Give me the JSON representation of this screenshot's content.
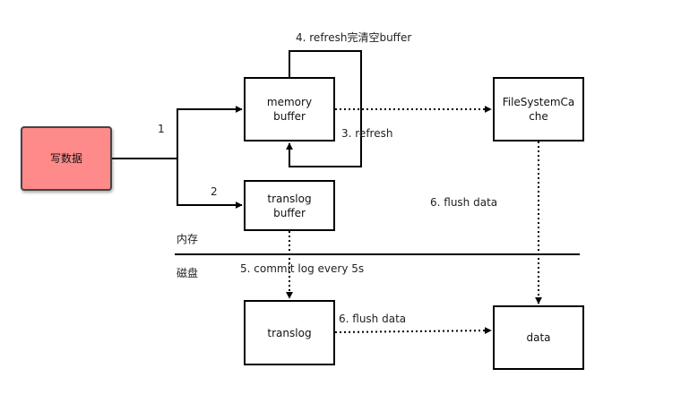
{
  "nodes": {
    "write": "写数据",
    "memory_buffer": "memory buffer",
    "translog_buffer": "translog buffer",
    "fs_cache": "FileSystemCache",
    "translog": "translog",
    "data": "data"
  },
  "edges": {
    "step1": "1",
    "step2": "2",
    "refresh_clear": "4. refresh完清空buffer",
    "refresh": "3. refresh",
    "flush_cache": "6. flush data",
    "commit_log": "5. commit log every 5s",
    "flush_translog": "6. flush data"
  },
  "zones": {
    "memory": "内存",
    "disk": "磁盘"
  },
  "colors": {
    "write_fill": "#ff8a8a",
    "stroke": "#000000",
    "label": "#222222"
  }
}
